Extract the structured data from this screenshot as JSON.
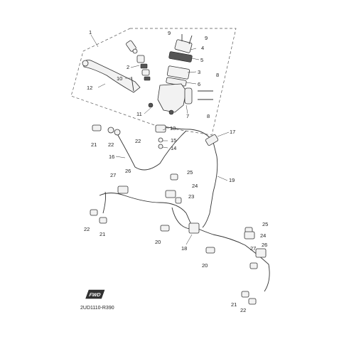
{
  "diagram_code": "2UD1110-R390",
  "fwd_label": "FWD",
  "callouts": [
    {
      "id": "c1",
      "text": "1"
    },
    {
      "id": "c2",
      "text": "2"
    },
    {
      "id": "c3",
      "text": "3"
    },
    {
      "id": "c4",
      "text": "4"
    },
    {
      "id": "c5",
      "text": "5"
    },
    {
      "id": "c6",
      "text": "6"
    },
    {
      "id": "c7",
      "text": "7"
    },
    {
      "id": "c8a",
      "text": "8"
    },
    {
      "id": "c8b",
      "text": "8"
    },
    {
      "id": "c9a",
      "text": "9"
    },
    {
      "id": "c9b",
      "text": "9"
    },
    {
      "id": "c10",
      "text": "10"
    },
    {
      "id": "c11",
      "text": "11"
    },
    {
      "id": "c12",
      "text": "12"
    },
    {
      "id": "c13",
      "text": "13"
    },
    {
      "id": "c14",
      "text": "14"
    },
    {
      "id": "c15",
      "text": "15"
    },
    {
      "id": "c16",
      "text": "16"
    },
    {
      "id": "c17",
      "text": "17"
    },
    {
      "id": "c18",
      "text": "18"
    },
    {
      "id": "c19",
      "text": "19"
    },
    {
      "id": "c20a",
      "text": "20"
    },
    {
      "id": "c20b",
      "text": "20"
    },
    {
      "id": "c21a",
      "text": "21"
    },
    {
      "id": "c21b",
      "text": "21"
    },
    {
      "id": "c21c",
      "text": "21"
    },
    {
      "id": "c22a",
      "text": "22"
    },
    {
      "id": "c22b",
      "text": "22"
    },
    {
      "id": "c22c",
      "text": "22"
    },
    {
      "id": "c22d",
      "text": "22"
    },
    {
      "id": "c23",
      "text": "23"
    },
    {
      "id": "c24a",
      "text": "24"
    },
    {
      "id": "c24b",
      "text": "24"
    },
    {
      "id": "c25a",
      "text": "25"
    },
    {
      "id": "c25b",
      "text": "25"
    },
    {
      "id": "c26a",
      "text": "26"
    },
    {
      "id": "c26b",
      "text": "26"
    },
    {
      "id": "c27a",
      "text": "27"
    },
    {
      "id": "c27b",
      "text": "27"
    }
  ]
}
